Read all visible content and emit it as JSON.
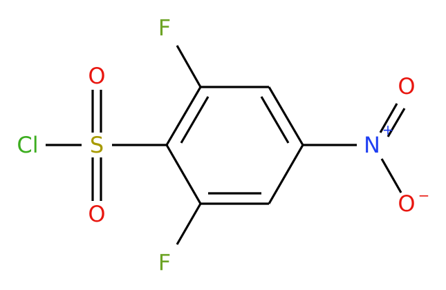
{
  "molecule": {
    "atoms": {
      "f_top": {
        "symbol": "F",
        "color": "#6ca324"
      },
      "f_bottom": {
        "symbol": "F",
        "color": "#6ca324"
      },
      "cl": {
        "symbol": "Cl",
        "color": "#3cad1f"
      },
      "s": {
        "symbol": "S",
        "color": "#a79a00"
      },
      "o_s_top": {
        "symbol": "O",
        "color": "#e8160f"
      },
      "o_s_bottom": {
        "symbol": "O",
        "color": "#e8160f"
      },
      "n": {
        "symbol": "N",
        "color": "#1f3ff2"
      },
      "n_charge": {
        "symbol": "+",
        "color": "#1f3ff2"
      },
      "o_n_top": {
        "symbol": "O",
        "color": "#e8160f"
      },
      "o_n_bottom": {
        "symbol": "O",
        "color": "#e8160f"
      },
      "o_charge": {
        "symbol": "−",
        "color": "#e8160f"
      }
    },
    "bond_color": "#000000"
  }
}
